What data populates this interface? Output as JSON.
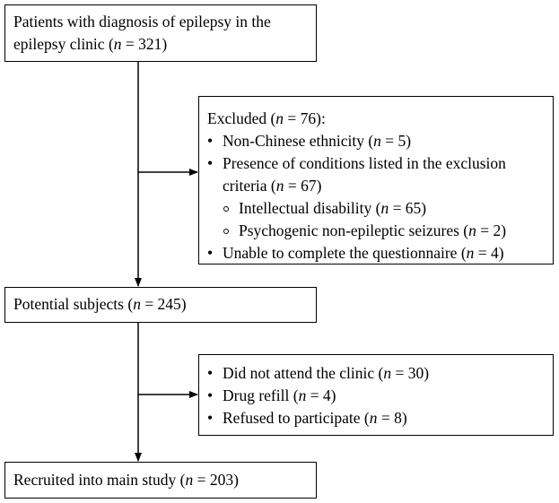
{
  "boxes": {
    "patients": {
      "line1": "Patients with diagnosis of epilepsy in the",
      "line2_pre": "epilepsy clinic (",
      "n_symbol": "n",
      "line2_post": " = 321)"
    },
    "excluded": {
      "heading_pre": "Excluded (",
      "n_symbol": "n",
      "heading_post": " = 76):",
      "items": [
        {
          "pre": "Non-Chinese ethnicity (",
          "n": "n",
          "post": " = 5)"
        },
        {
          "line1": "Presence of conditions listed in the exclusion",
          "pre": "criteria (",
          "n": "n",
          "post": " = 67)"
        },
        {
          "pre": "Intellectual disability (",
          "n": "n",
          "post": " = 65)"
        },
        {
          "pre": "Psychogenic non-epileptic seizures (",
          "n": "n",
          "post": " = 2)"
        },
        {
          "pre": "Unable to complete the questionnaire (",
          "n": "n",
          "post": " = 4)"
        }
      ]
    },
    "potential": {
      "pre": "Potential subjects (",
      "n_symbol": "n",
      "post": " = 245)"
    },
    "excluded2": {
      "items": [
        {
          "pre": "Did not attend the clinic (",
          "n": "n",
          "post": " = 30)"
        },
        {
          "pre": "Drug refill (",
          "n": "n",
          "post": " = 4)"
        },
        {
          "pre": "Refused to participate (",
          "n": "n",
          "post": " = 8)"
        }
      ]
    },
    "recruited": {
      "pre": "Recruited into main study (",
      "n_symbol": "n",
      "post": " = 203)"
    }
  },
  "colors": {
    "line": "#000000",
    "background": "#ffffff",
    "text": "#000000"
  }
}
